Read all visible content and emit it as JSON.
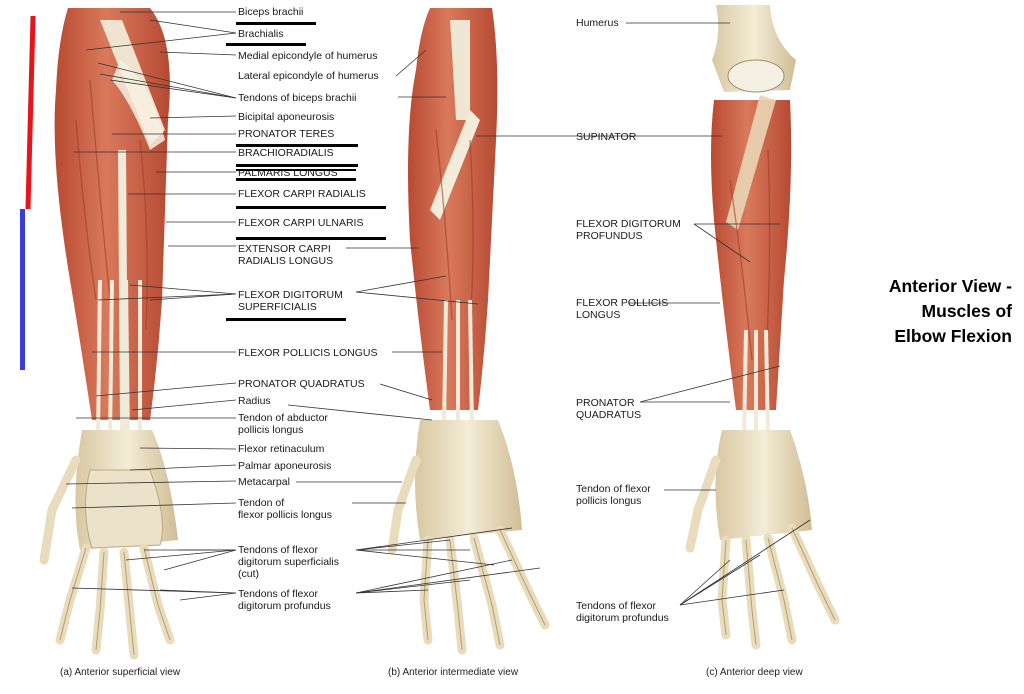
{
  "title": "Anterior View -\nMuscles of\nElbow Flexion",
  "colors": {
    "muscle": "#d26e52",
    "muscle_dark": "#a9432c",
    "tendon": "#efe6d3",
    "bone": "#eee3c6",
    "red_bar": "#e8141c",
    "blue_bar": "#3a3adf"
  },
  "view_a": {
    "caption": "(a) Anterior superficial view",
    "labels": [
      "Biceps brachii",
      "Brachialis",
      "Medial epicondyle of humerus",
      "Lateral epicondyle of humerus",
      "Tendons of biceps brachii",
      "Bicipital aponeurosis",
      "PRONATOR TERES",
      "BRACHIORADIALIS",
      "PALMARIS LONGUS",
      "FLEXOR CARPI RADIALIS",
      "FLEXOR CARPI ULNARIS",
      "EXTENSOR CARPI\nRADIALIS LONGUS",
      "FLEXOR DIGITORUM\nSUPERFICIALIS",
      "FLEXOR POLLICIS LONGUS",
      "PRONATOR QUADRATUS",
      "Radius",
      "Tendon of abductor\npollicis longus",
      "Flexor retinaculum",
      "Palmar aponeurosis",
      "Metacarpal",
      "Tendon of\nflexor pollicis longus",
      "Tendons of flexor\ndigitorum superficialis\n(cut)",
      "Tendons of flexor\ndigitorum profundus"
    ]
  },
  "view_b": {
    "caption": "(b) Anterior intermediate view",
    "labels": []
  },
  "view_c": {
    "caption": "(c) Anterior deep view",
    "labels": [
      "Humerus",
      "SUPINATOR",
      "FLEXOR DIGITORUM\nPROFUNDUS",
      "FLEXOR POLLICIS\nLONGUS",
      "PRONATOR\nQUADRATUS",
      "Tendon of flexor\npollicis longus",
      "Tendons of flexor\ndigitorum profundus"
    ]
  }
}
